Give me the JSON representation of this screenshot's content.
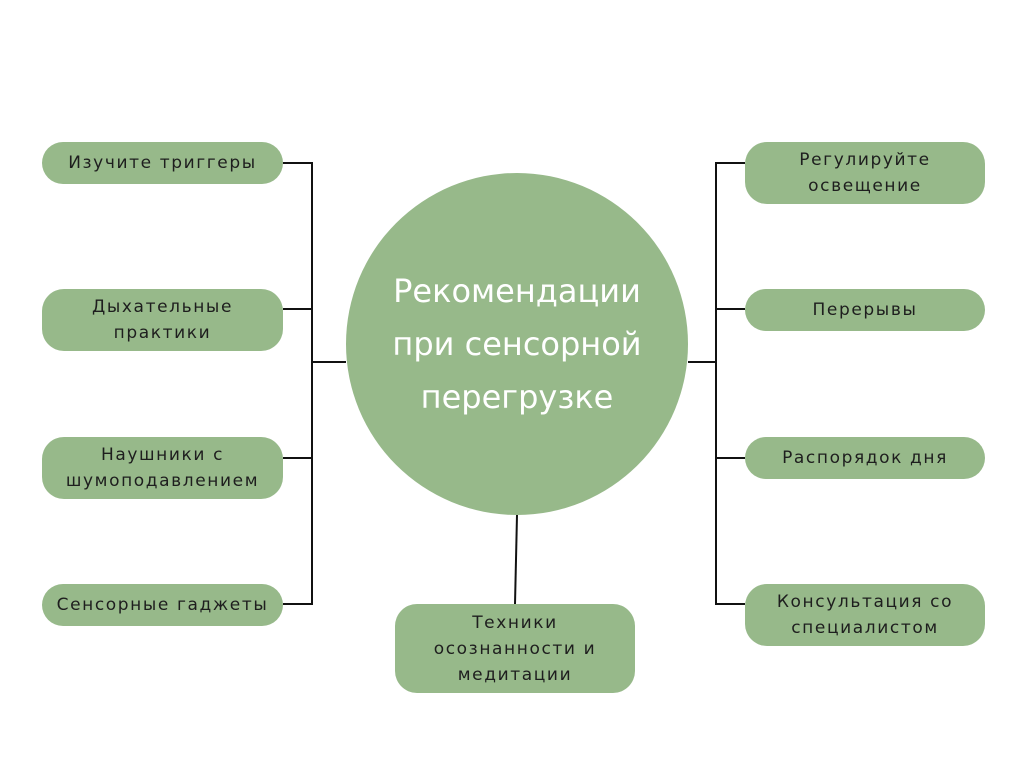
{
  "colors": {
    "node_fill": "#97b98a",
    "connector": "#111111",
    "background": "#ffffff",
    "center_text": "#ffffff",
    "node_text": "#1e1e1e"
  },
  "center": {
    "label": "Рекомендации\nпри сенсорной\nперегрузке"
  },
  "left_nodes": [
    {
      "label": "Изучите триггеры"
    },
    {
      "label": "Дыхательные\nпрактики"
    },
    {
      "label": "Наушники с\nшумоподавлением"
    },
    {
      "label": "Сенсорные гаджеты"
    }
  ],
  "right_nodes": [
    {
      "label": "Регулируйте\nосвещение"
    },
    {
      "label": "Перерывы"
    },
    {
      "label": "Распорядок дня"
    },
    {
      "label": "Консультация со\nспециалистом"
    }
  ],
  "bottom_node": {
    "label": "Техники\nосознанности и\nмедитации"
  }
}
